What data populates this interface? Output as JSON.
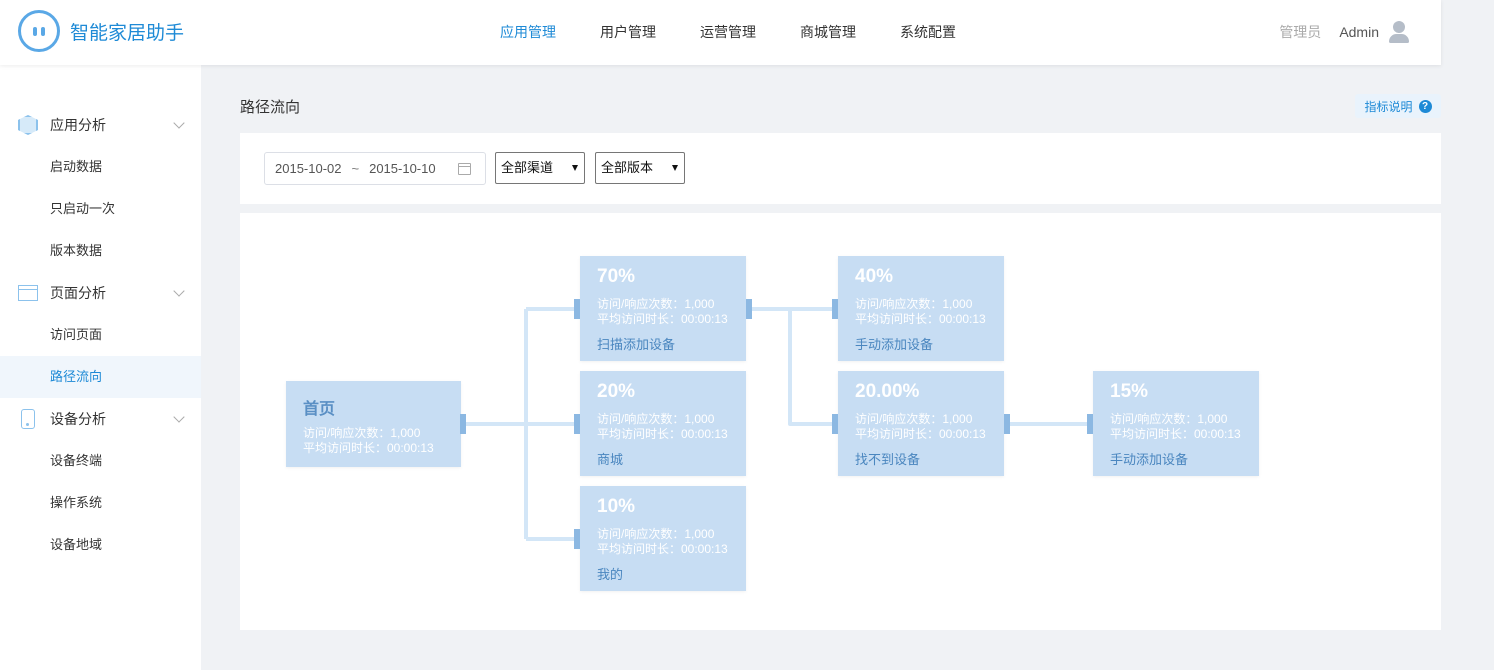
{
  "app": {
    "title": "智能家居助手"
  },
  "topnav": [
    "应用管理",
    "用户管理",
    "运营管理",
    "商城管理",
    "系统配置"
  ],
  "user": {
    "role": "管理员",
    "name": "Admin"
  },
  "sidebar": {
    "groups": [
      {
        "label": "应用分析",
        "icon": "cube-icon",
        "items": [
          "启动数据",
          "只启动一次",
          "版本数据"
        ]
      },
      {
        "label": "页面分析",
        "icon": "page-icon",
        "items": [
          "访问页面",
          "路径流向"
        ]
      },
      {
        "label": "设备分析",
        "icon": "phone-icon",
        "items": [
          "设备终端",
          "操作系统",
          "设备地域"
        ]
      }
    ],
    "active_item": "路径流向"
  },
  "page": {
    "title": "路径流向",
    "help_label": "指标说明"
  },
  "filters": {
    "date_start": "2015-10-02",
    "date_sep": "~",
    "date_end": "2015-10-10",
    "channel": "全部渠道",
    "version": "全部版本"
  },
  "flow": {
    "home": {
      "label": "首页",
      "visits": "访问/响应次数：1,000",
      "duration": "平均访问时长：00:00:13"
    },
    "nodes": [
      {
        "pct": "70%",
        "visits": "访问/响应次数：1,000",
        "duration": "平均访问时长：00:00:13",
        "label": "扫描添加设备"
      },
      {
        "pct": "20%",
        "visits": "访问/响应次数：1,000",
        "duration": "平均访问时长：00:00:13",
        "label": "商城"
      },
      {
        "pct": "10%",
        "visits": "访问/响应次数：1,000",
        "duration": "平均访问时长：00:00:13",
        "label": "我的"
      },
      {
        "pct": "40%",
        "visits": "访问/响应次数：1,000",
        "duration": "平均访问时长：00:00:13",
        "label": "手动添加设备"
      },
      {
        "pct": "20.00%",
        "visits": "访问/响应次数：1,000",
        "duration": "平均访问时长：00:00:13",
        "label": "找不到设备"
      },
      {
        "pct": "15%",
        "visits": "访问/响应次数：1,000",
        "duration": "平均访问时长：00:00:13",
        "label": "手动添加设备"
      }
    ]
  },
  "colors": {
    "accent": "#1e8ad6",
    "node_bg": "#c7ddf3",
    "connector": "#d3e6f7"
  }
}
